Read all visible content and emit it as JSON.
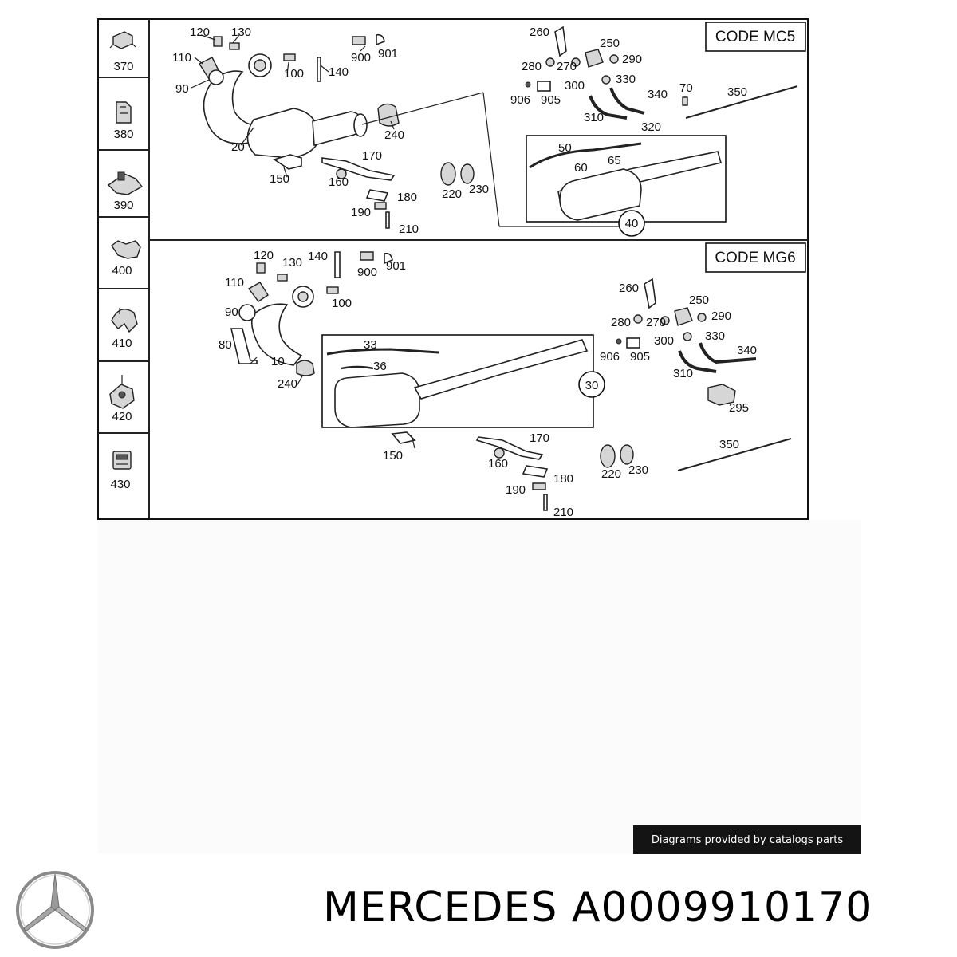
{
  "sidebar": {
    "items": [
      "370",
      "380",
      "390",
      "400",
      "410",
      "420",
      "430"
    ]
  },
  "variants": [
    {
      "code": "CODE MC5",
      "callouts": [
        "120",
        "130",
        "110",
        "90",
        "100",
        "900",
        "901",
        "140",
        "20",
        "240",
        "150",
        "170",
        "160",
        "180",
        "190",
        "210",
        "220",
        "230",
        "260",
        "250",
        "280",
        "270",
        "290",
        "906",
        "905",
        "300",
        "330",
        "340",
        "70",
        "350",
        "310",
        "320",
        "50",
        "60",
        "65",
        "40"
      ]
    },
    {
      "code": "CODE MG6",
      "callouts": [
        "120",
        "130",
        "140",
        "900",
        "901",
        "110",
        "100",
        "90",
        "80",
        "10",
        "240",
        "33",
        "36",
        "30",
        "150",
        "170",
        "160",
        "180",
        "190",
        "210",
        "220",
        "230",
        "350",
        "260",
        "250",
        "280",
        "270",
        "290",
        "906",
        "905",
        "300",
        "330",
        "340",
        "310",
        "295"
      ]
    }
  ],
  "credit": "Diagrams provided by catalogs parts",
  "brand": "MERCEDES",
  "part_number": "A0009910170",
  "colors": {
    "ink": "#111111",
    "credit_bg": "#141414",
    "credit_text": "#ffffff"
  },
  "logo": "mercedes-star-icon"
}
